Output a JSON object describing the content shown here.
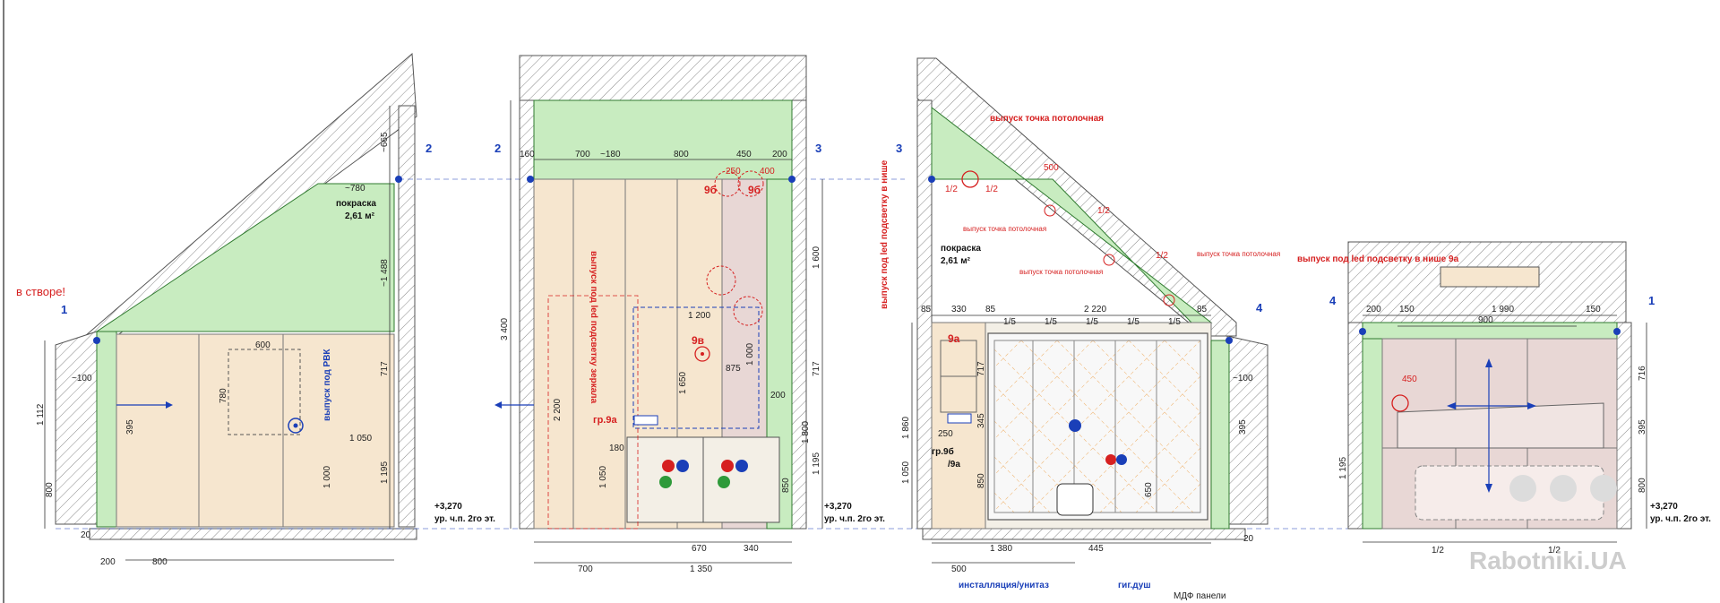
{
  "section1": {
    "label_stvore": "в створе!",
    "axis_left": "1",
    "axis_right": "2",
    "paint_label": "покраска",
    "paint_area": "2,61 м²",
    "dim_780": "~780",
    "dim_665": "~665",
    "dim_1488": "~1 488",
    "dim_1112": "1 112",
    "dim_100": "~100",
    "dim_395": "395",
    "dim_800_v": "800",
    "dim_600": "600",
    "dim_780b": "780",
    "dim_1050": "1 050",
    "dim_1000": "1 000",
    "dim_717": "717",
    "dim_1195": "1 195",
    "dim_20": "20",
    "dim_200": "200",
    "dim_800_h": "800",
    "outlet_rvk": "выпуск под РВК",
    "level_value": "+3,270",
    "level_desc": "ур. ч.п. 2го эт."
  },
  "section2": {
    "axis_left": "2",
    "axis_right": "3",
    "top_dims": [
      "160",
      "700",
      "~180",
      "800",
      "450",
      "200"
    ],
    "dim_250": "250",
    "dim_400": "400",
    "mark_9b_1": "9б",
    "mark_9b_2": "9б",
    "dim_3400": "3 400",
    "led_mirror": "выпуск под led подсветку зеркала",
    "dim_1200": "1 200",
    "mark_9v": "9в",
    "dim_875": "875",
    "dim_1000": "1 000",
    "dim_200_r": "200",
    "dim_1650": "1 650",
    "dim_2200": "2 200",
    "gr9a": "гр.9а",
    "dim_180": "180",
    "dim_1050": "1 050",
    "dim_1600": "1 600",
    "dim_717": "717",
    "dim_1800": "1 800",
    "dim_1195": "1 195",
    "dim_850": "850",
    "dim_670": "670",
    "dim_340": "340",
    "dim_700": "700",
    "dim_1350": "1 350",
    "level_value": "+3,270",
    "level_desc": "ур. ч.п. 2го эт."
  },
  "section3": {
    "axis_left": "3",
    "axis_right": "4",
    "ceiling_point_main": "выпуск точка потолочная",
    "ceiling_point_1": "выпуск точка потолочная",
    "ceiling_point_2": "выпуск точка потолочная",
    "ceiling_point_3": "выпуск точка потолочная",
    "dim_500": "500",
    "dim_half_1": "1/2",
    "dim_half_2": "1/2",
    "dim_half_3": "1/2",
    "dim_half_4": "1/2",
    "paint_label": "покраска",
    "paint_area": "2,61 м²",
    "led_niche": "выпуск под led подсветку в нише",
    "top_dims": [
      "85",
      "330",
      "85",
      "2 220",
      "85"
    ],
    "fifths": [
      "1/5",
      "1/5",
      "1/5",
      "1/5",
      "1/5"
    ],
    "mark_9a": "9а",
    "dim_717": "717",
    "dim_345": "345",
    "dim_850": "850",
    "dim_1860": "1 860",
    "dim_1050": "1 050",
    "dim_250": "250",
    "gr9b": "гр.9б",
    "gr9a": "/9а",
    "dim_650": "650",
    "dim_100": "~100",
    "dim_395": "395",
    "dim_1380": "1 380",
    "dim_445": "445",
    "dim_500b": "500",
    "installation": "инсталляция/унитаз",
    "hyg_shower": "гиг.душ",
    "mdf": "МДФ панели",
    "dim_20": "20"
  },
  "section4": {
    "axis_left": "4",
    "axis_right": "1",
    "led_niche": "выпуск под led подсветку в нише 9а",
    "top_dims": [
      "200",
      "150",
      "1 990",
      "150"
    ],
    "dim_900": "900",
    "dim_450": "450",
    "dim_716": "716",
    "dim_395": "395",
    "dim_800": "800",
    "dim_1195": "1 195",
    "half_left": "1/2",
    "half_right": "1/2",
    "level_value": "+3,270",
    "level_desc": "ур. ч.п. 2го эт."
  },
  "watermark": "Rabotniki.UA",
  "colors": {
    "wood": "#f6e6cf",
    "green": "#c8ecc0",
    "pink": "#e8d7d5",
    "hatch": "#9a9a9a",
    "red": "#d62020",
    "blue": "#1a3fb8"
  }
}
